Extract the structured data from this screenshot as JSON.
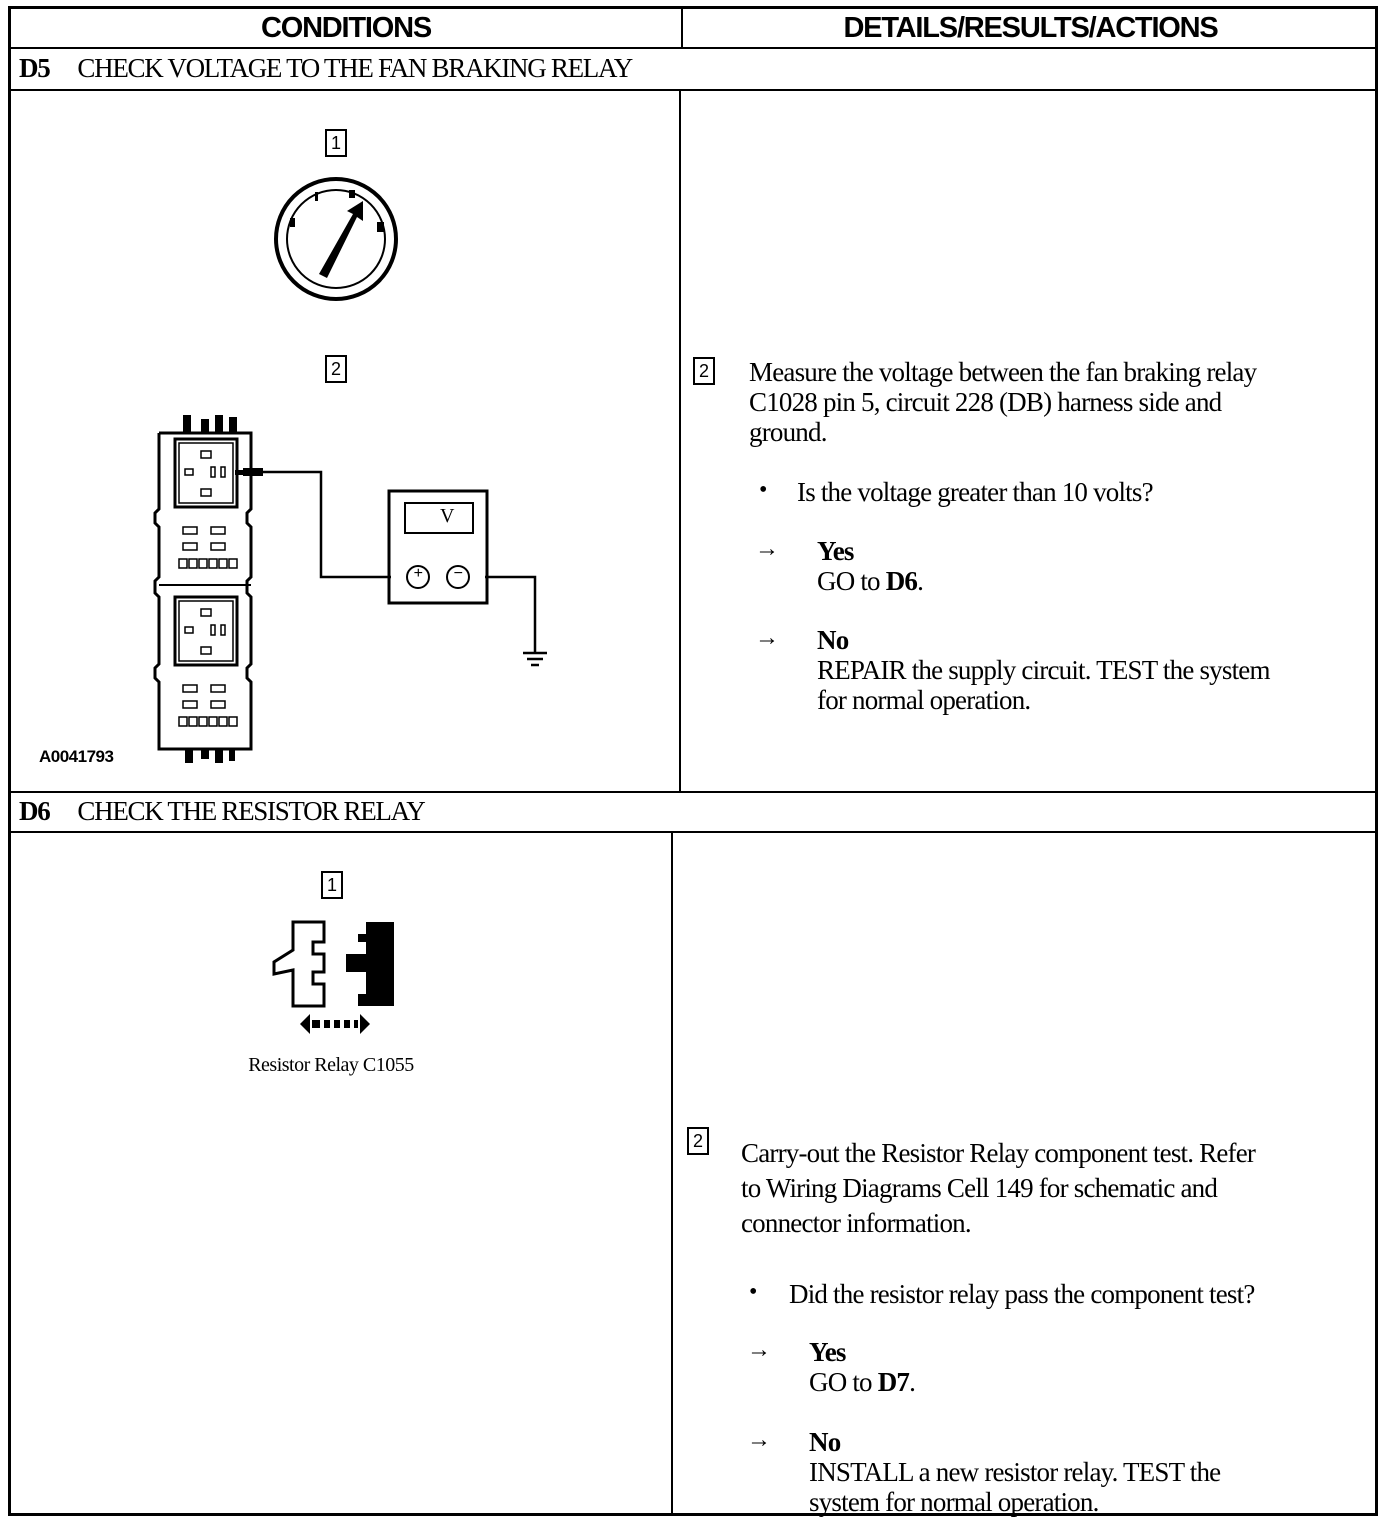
{
  "table": {
    "col_conditions": "CONDITIONS",
    "col_details": "DETAILS/RESULTS/ACTIONS"
  },
  "d5": {
    "id": "D5",
    "title": "CHECK VOLTAGE TO THE FAN BRAKING RELAY",
    "figure": {
      "step1_label": "1",
      "step2_label": "2",
      "meter_label": "V",
      "plus_label": "+",
      "minus_label": "−",
      "figure_id": "A0041793"
    },
    "detail": {
      "step_label": "2",
      "instruction_lines": [
        "Measure the voltage between the fan braking relay",
        "C1028 pin 5, circuit 228 (DB) harness side and",
        "ground."
      ],
      "question": "Is the voltage greater than 10 volts?",
      "yes_label": "Yes",
      "yes_action_prefix": "GO to ",
      "yes_target": "D6",
      "yes_action_suffix": ".",
      "no_label": "No",
      "no_action_lines": [
        "REPAIR the supply circuit. TEST the system",
        "for normal operation."
      ]
    }
  },
  "d6": {
    "id": "D6",
    "title": "CHECK THE RESISTOR RELAY",
    "figure": {
      "step1_label": "1",
      "caption": "Resistor Relay C1055"
    },
    "detail": {
      "step_label": "2",
      "instruction_lines": [
        "Carry-out the Resistor Relay component test. Refer",
        "to Wiring Diagrams Cell 149 for schematic and",
        "connector information."
      ],
      "question": "Did the resistor relay pass the component test?",
      "yes_label": "Yes",
      "yes_action_prefix": "GO to ",
      "yes_target": "D7",
      "yes_action_suffix": ".",
      "no_label": "No",
      "no_action_lines": [
        "INSTALL a new resistor relay. TEST the",
        "system for normal operation."
      ]
    }
  }
}
